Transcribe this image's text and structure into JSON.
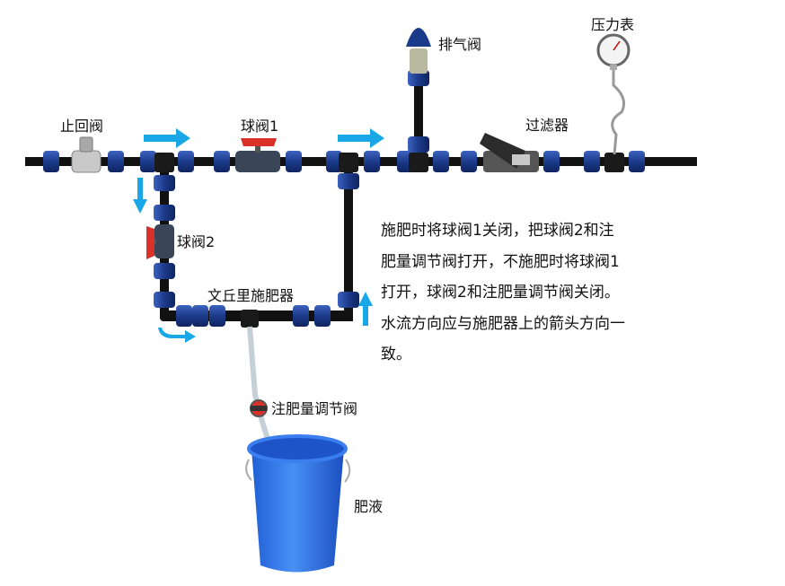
{
  "labels": {
    "check_valve": "止回阀",
    "ball_valve_1": "球阀1",
    "air_vent": "排气阀",
    "pressure_gauge": "压力表",
    "filter": "过滤器",
    "ball_valve_2": "球阀2",
    "venturi": "文丘里施肥器",
    "dosing_valve": "注肥量调节阀",
    "fertilizer_tank": "肥液"
  },
  "instructions": [
    "施肥时将球阀1关闭，把球阀2和注",
    "肥量调节阀打开，不施肥时将球阀1",
    "打开，球阀2和注肥量调节阀关闭。",
    "水流方向应与施肥器上的箭头方向一",
    "致。"
  ],
  "colors": {
    "pipe": "#111111",
    "coupling": "#1f3f8f",
    "arrow": "#1aa7e8",
    "handle": "#d9302a",
    "bucket": "#2a6fe0"
  }
}
